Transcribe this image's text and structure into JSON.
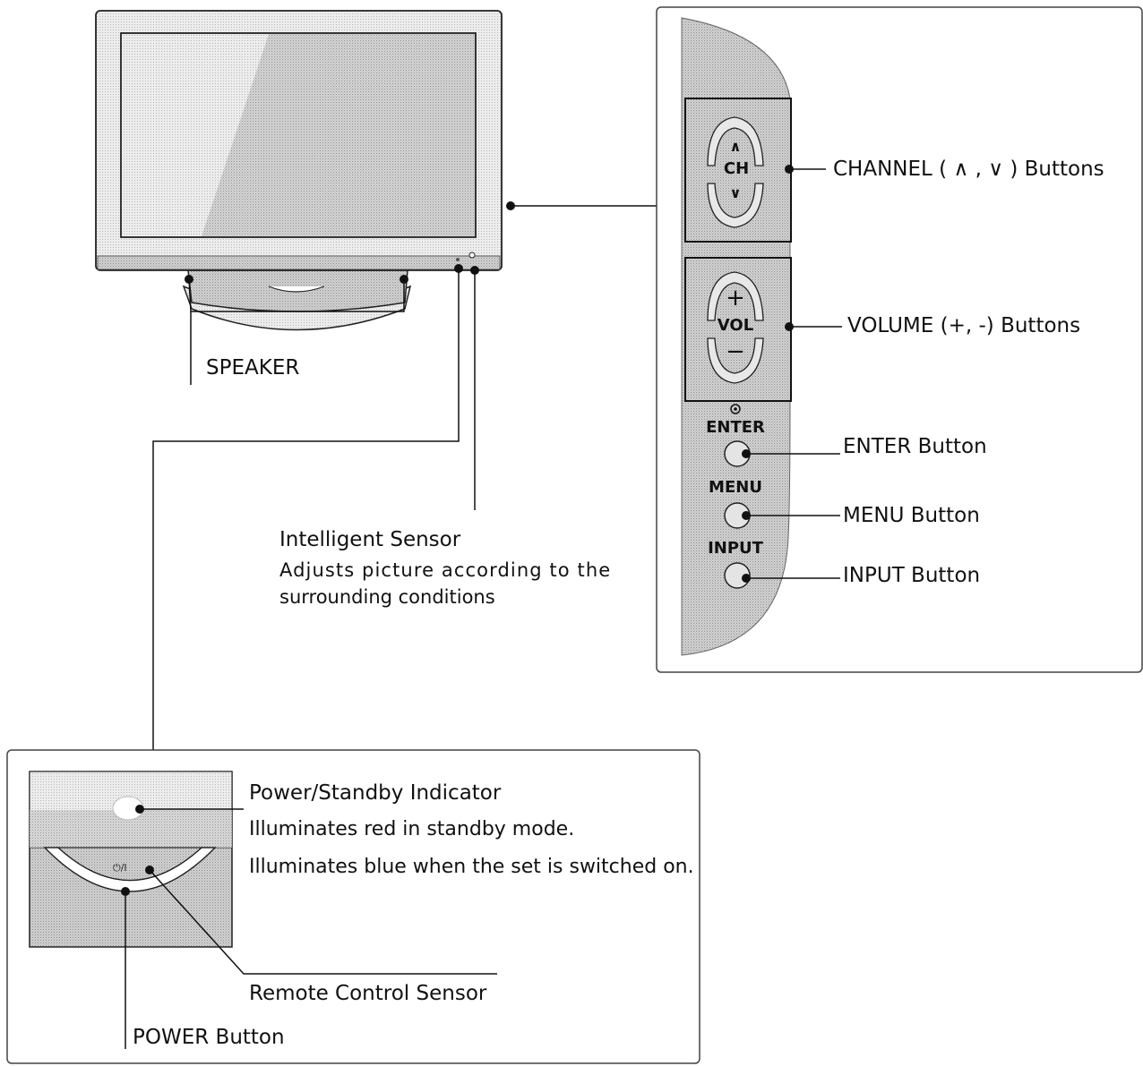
{
  "labels": {
    "speaker": "SPEAKER",
    "intelligent_sensor_title": "Intelligent Sensor",
    "intelligent_sensor_desc_1": "Adjusts picture according to the",
    "intelligent_sensor_desc_2": "surrounding conditions",
    "channel_buttons": "CHANNEL ( ∧ , ∨ ) Buttons",
    "volume_buttons": "VOLUME (+, -) Buttons",
    "enter_button": "ENTER Button",
    "menu_button": "MENU Button",
    "input_button": "INPUT Button",
    "power_indicator_title": "Power/Standby Indicator",
    "power_indicator_desc_1": "Illuminates red in standby mode.",
    "power_indicator_desc_2": "Illuminates blue when the set is switched on.",
    "remote_sensor": "Remote Control Sensor",
    "power_button": "POWER Button"
  },
  "side_panel": {
    "ch": "CH",
    "ch_up": "∧",
    "ch_down": "∨",
    "vol": "VOL",
    "vol_up": "+",
    "vol_down": "−",
    "enter": "ENTER",
    "menu": "MENU",
    "input": "INPUT"
  },
  "front_panel": {
    "power_symbol": "⏻/I"
  },
  "colors": {
    "panel_gray": "#c4c4c4",
    "line": "#111111"
  }
}
